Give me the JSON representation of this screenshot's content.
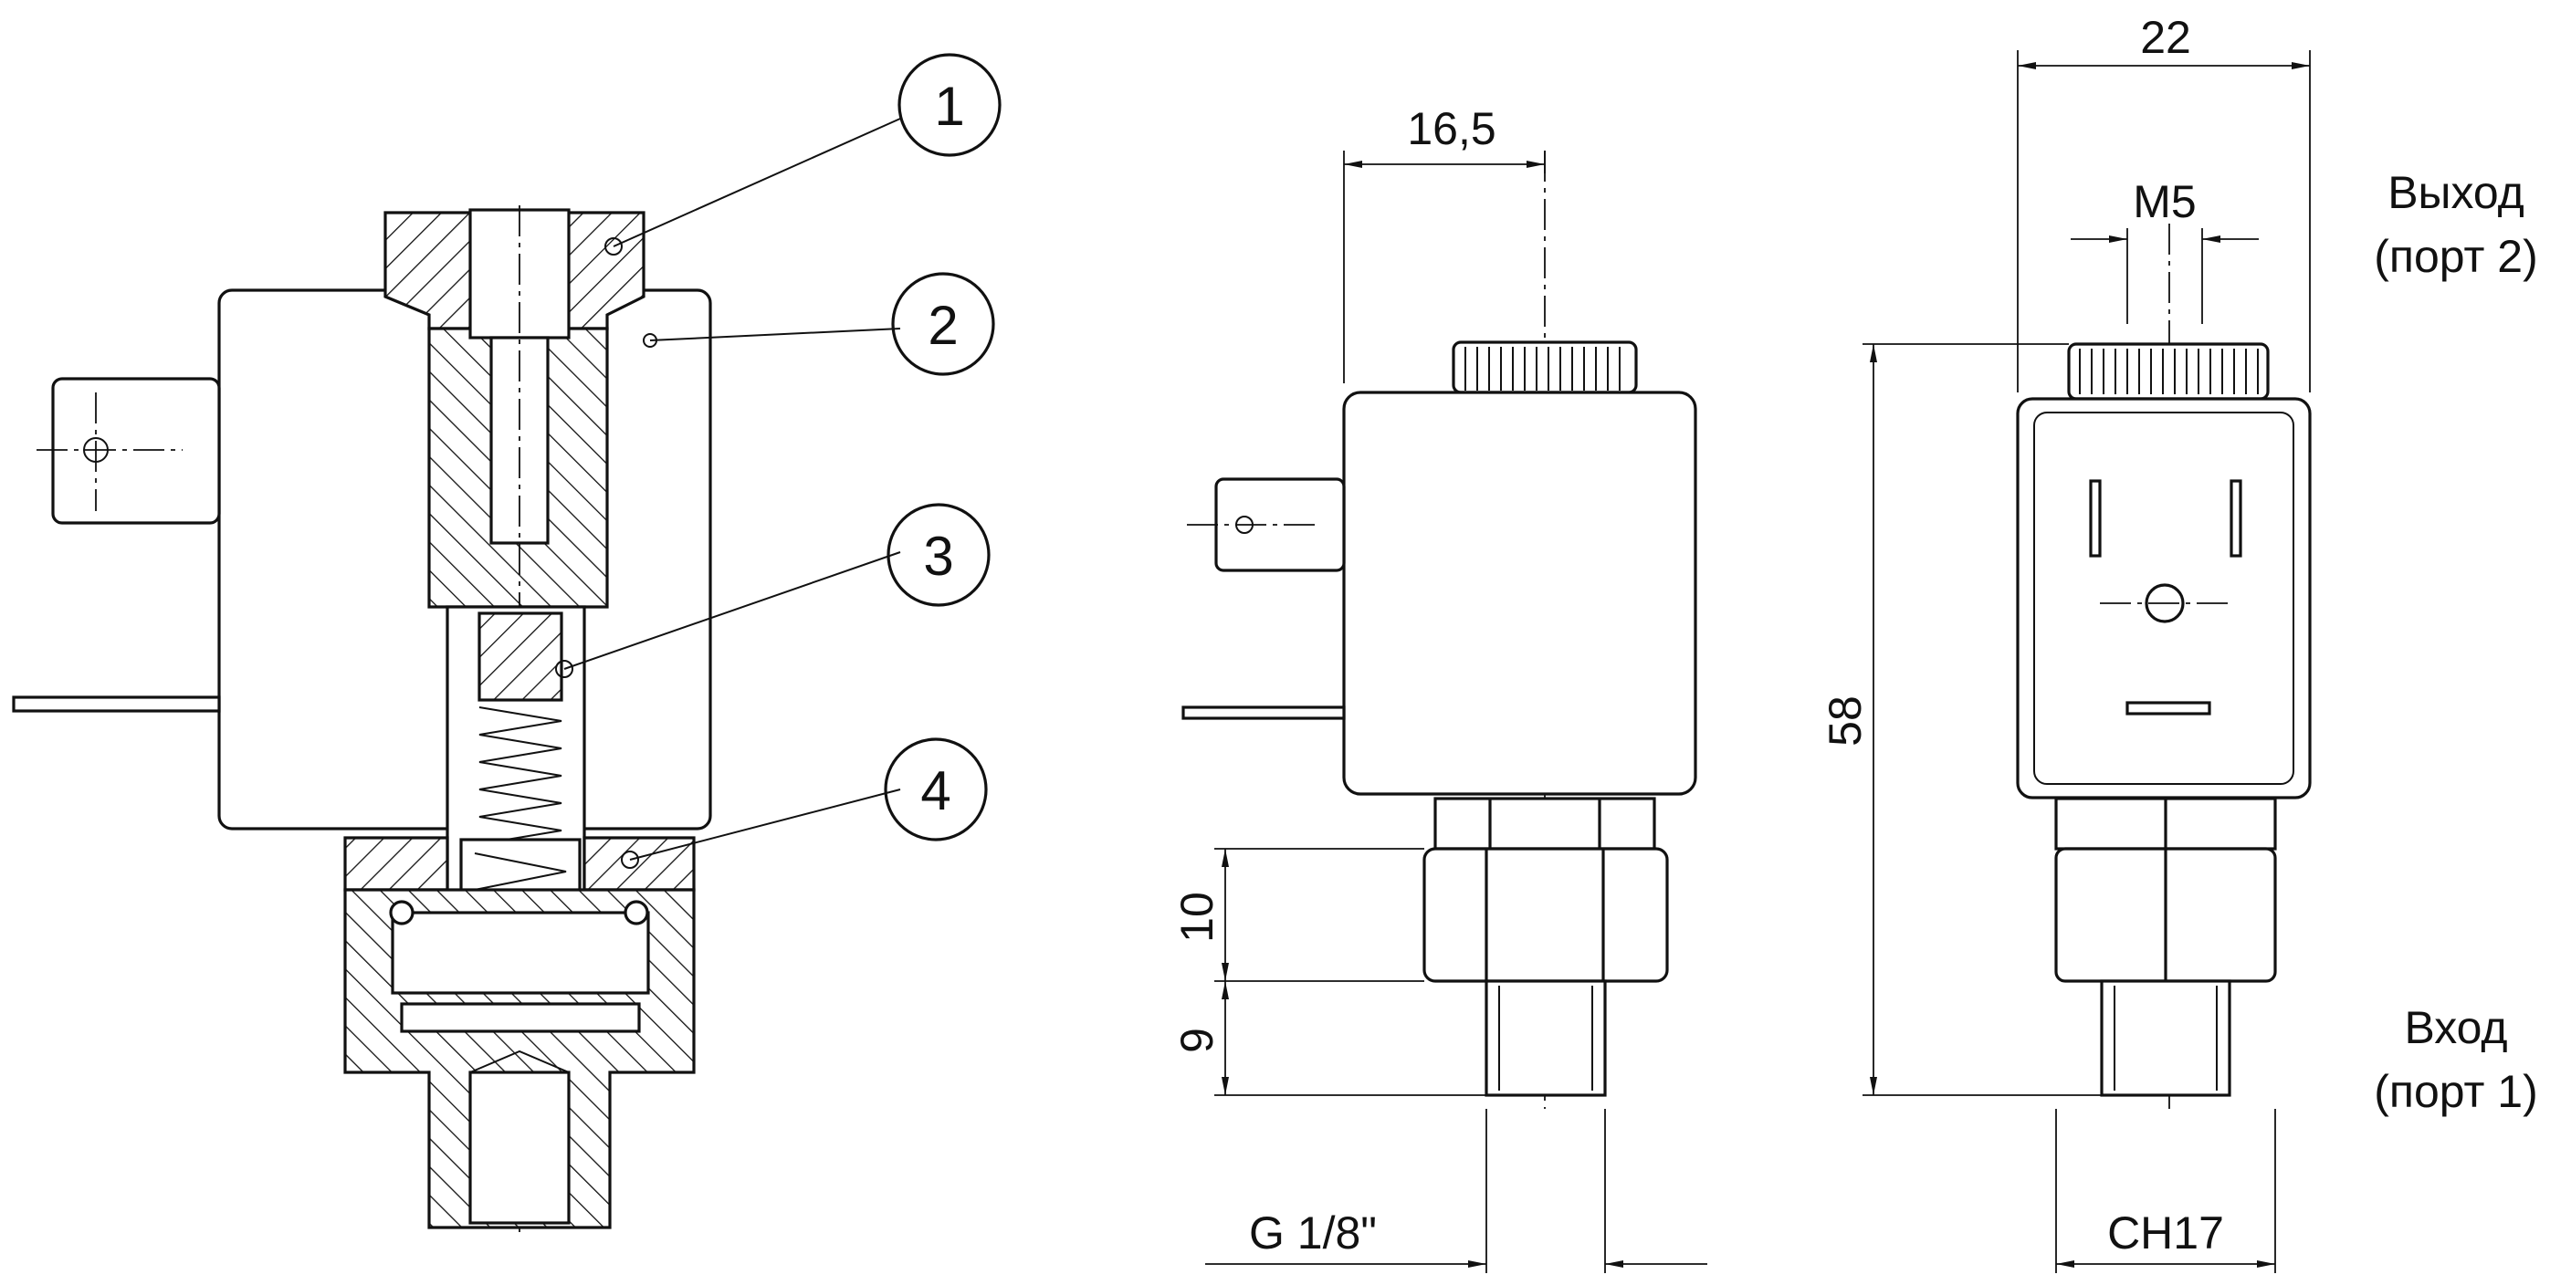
{
  "dimensions": {
    "width_22": "22",
    "width_16_5": "16,5",
    "thread_m5": "M5",
    "height_58": "58",
    "height_10": "10",
    "height_9": "9",
    "thread_g18": "G 1/8\"",
    "hex_ch17": "CH17"
  },
  "callouts": [
    "1",
    "2",
    "3",
    "4"
  ],
  "ports": {
    "outlet_line1": "Выход",
    "outlet_line2": "(порт 2)",
    "inlet_line1": "Вход",
    "inlet_line2": "(порт 1)"
  }
}
